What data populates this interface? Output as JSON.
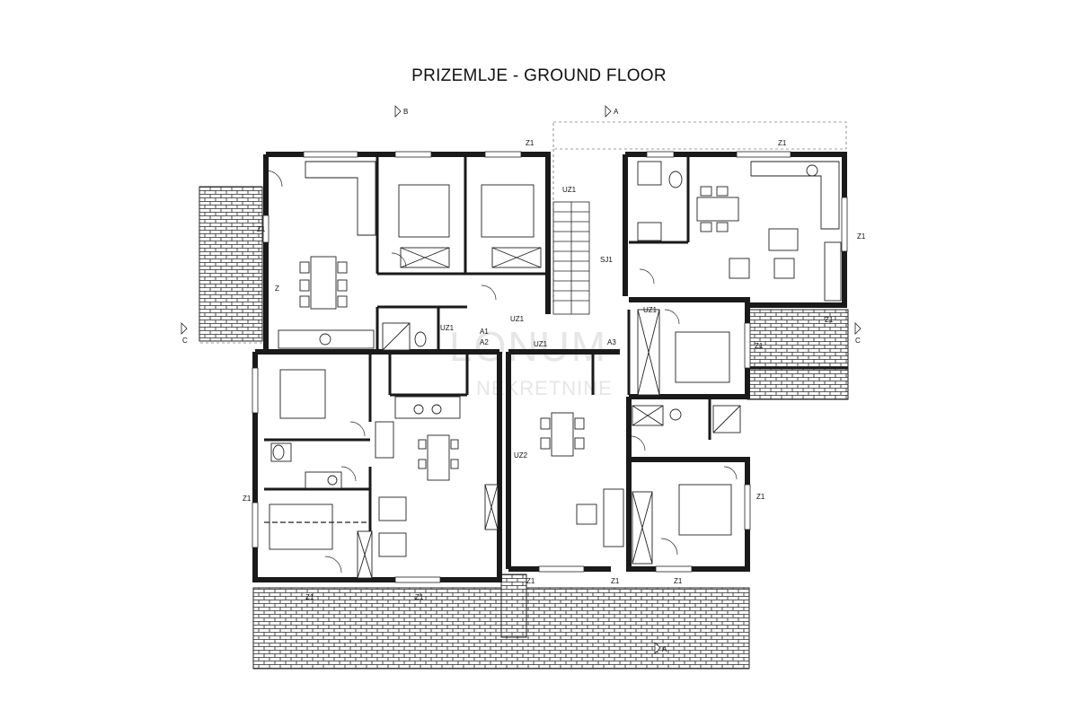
{
  "title": "PRIZEMLJE - GROUND FLOOR",
  "watermark": {
    "line1": "LONUM",
    "line2": "NEKRETNINE"
  },
  "section_markers": {
    "a": "A",
    "b": "B",
    "c": "C"
  },
  "labels": {
    "z1": "Z1",
    "z": "Z",
    "uz1": "UZ1",
    "uz2": "UZ2",
    "sj1": "SJ1",
    "a1": "A1",
    "a2": "A2",
    "a3": "A3"
  },
  "colors": {
    "wall": "#1a1a1a",
    "line": "#222222",
    "watermark": "#e6e6e6"
  }
}
